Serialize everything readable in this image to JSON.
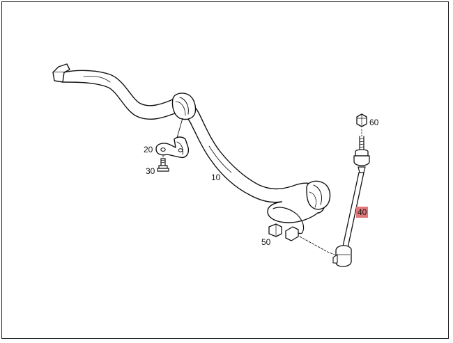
{
  "callouts": {
    "p10": "10",
    "p20": "20",
    "p30": "30",
    "p40": "40",
    "p50": "50",
    "p60": "60"
  },
  "highlight_color": "#e07a7a"
}
